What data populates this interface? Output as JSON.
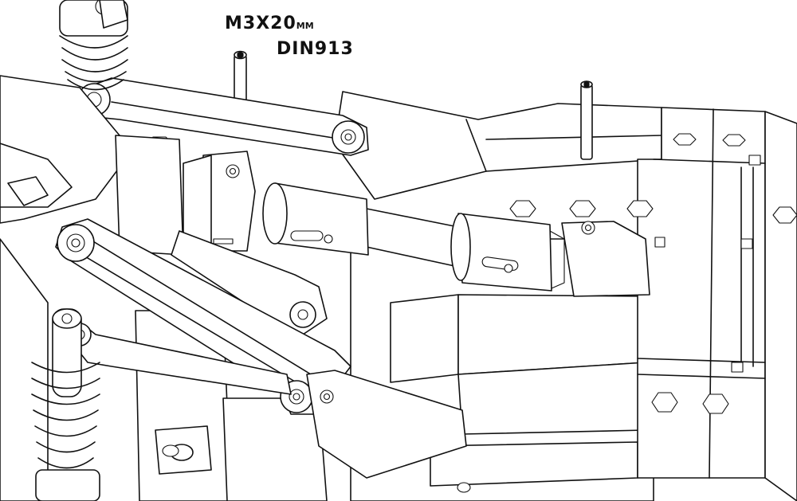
{
  "screw_callout": {
    "size": "M3X20",
    "unit": "MM",
    "standard": "DIN913"
  },
  "colors": {
    "line": "#111111",
    "background": "#ffffff"
  }
}
